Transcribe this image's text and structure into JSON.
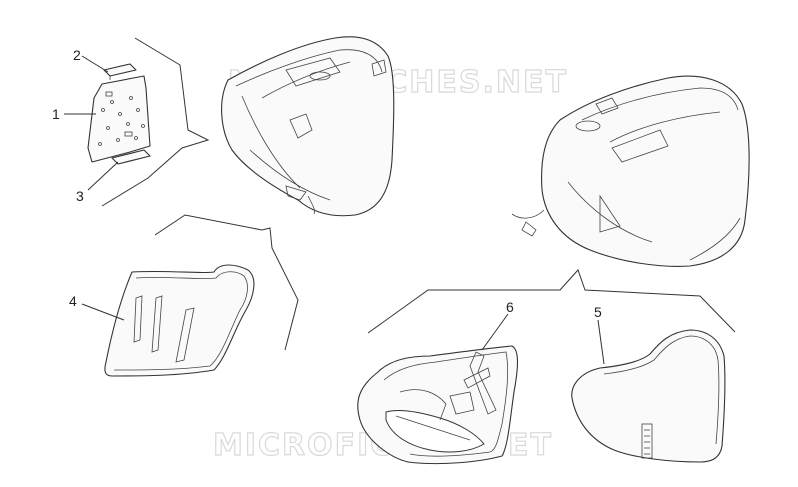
{
  "watermark": {
    "top": "MICROFICHES.NET",
    "bottom": "MICROFICHES.NET"
  },
  "callouts": [
    {
      "id": "1",
      "text": "1"
    },
    {
      "id": "2",
      "text": "2"
    },
    {
      "id": "3",
      "text": "3"
    },
    {
      "id": "4",
      "text": "4"
    },
    {
      "id": "5",
      "text": "5"
    },
    {
      "id": "6",
      "text": "6"
    }
  ]
}
